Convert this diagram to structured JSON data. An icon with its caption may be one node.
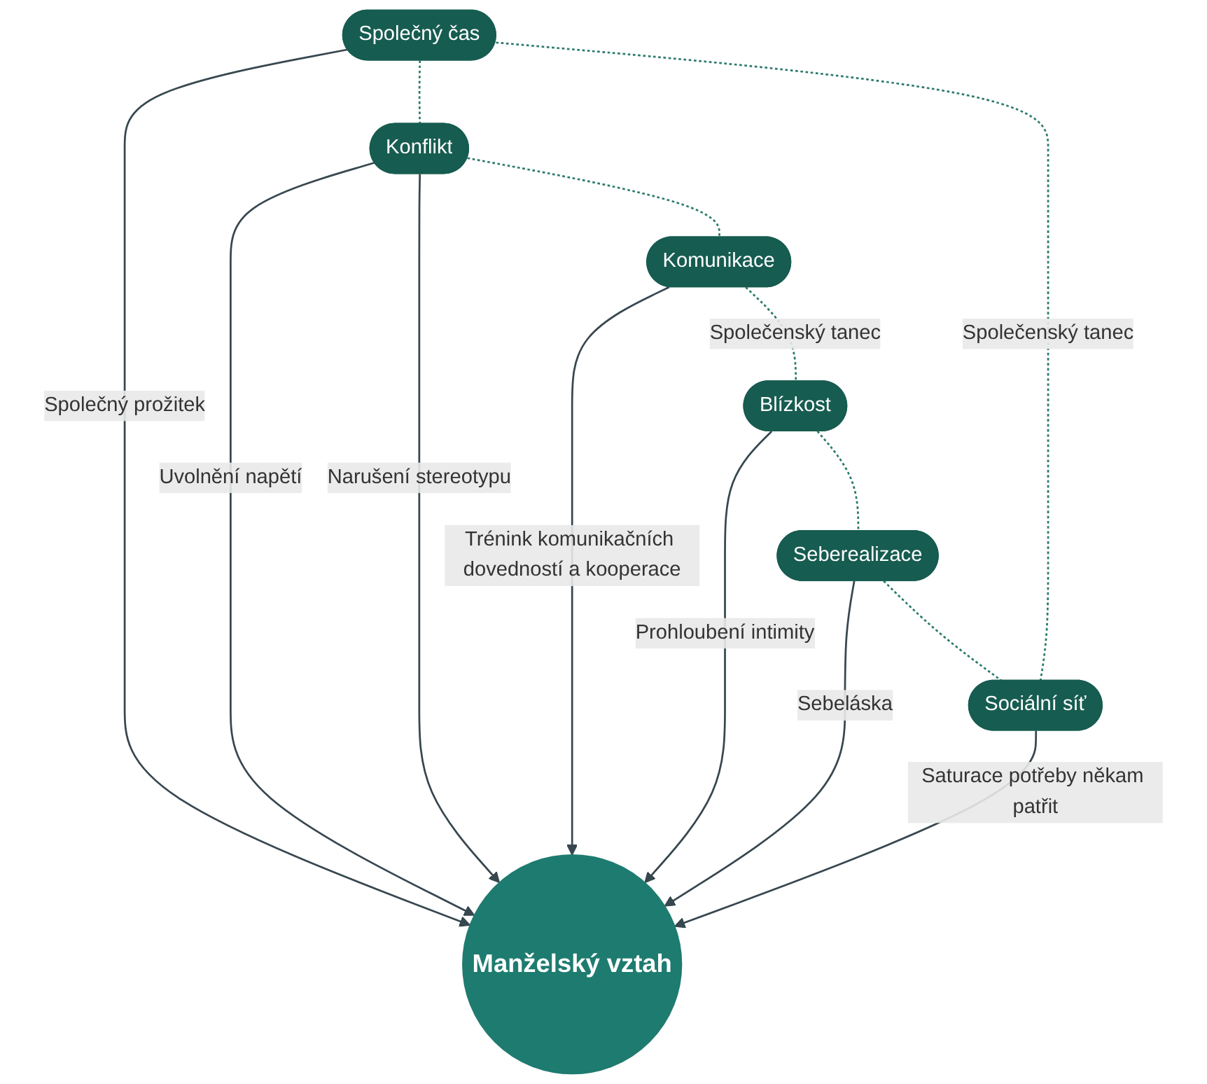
{
  "diagram": {
    "nodes": [
      {
        "text": [
          "Manželský vztah"
        ]
      },
      {
        "text": [
          "Společný čas"
        ]
      },
      {
        "text": [
          "Konflikt"
        ]
      },
      {
        "text": [
          "Komunikace"
        ]
      },
      {
        "text": [
          "Blízkost"
        ]
      },
      {
        "text": [
          "Seberealizace"
        ]
      },
      {
        "text": [
          "Sociální síť"
        ]
      }
    ],
    "edges": [
      {
        "from": 1,
        "to": 0,
        "arrow": "to",
        "label": "Společný prožitek"
      },
      {
        "from": 2,
        "to": 0,
        "arrow": "to",
        "label": "Uvolnění napětí"
      },
      {
        "from": 2,
        "to": 0,
        "arrow": "to",
        "label": "Narušení stereotypu"
      },
      {
        "from": 3,
        "to": 0,
        "arrow": "to",
        "label": "Trénink komunikačních dovedností a kooperace"
      },
      {
        "from": 4,
        "to": 0,
        "arrow": "to",
        "label": "Prohloubení intimity"
      },
      {
        "from": 5,
        "to": 0,
        "arrow": "to",
        "label": "Sebeláska"
      },
      {
        "from": 6,
        "to": 0,
        "arrow": "to",
        "label": "Saturace potřeby někam patřit"
      },
      {
        "from": 1,
        "to": 2,
        "arrow": "none",
        "style": "dashed",
        "color": "#2b7a6c"
      },
      {
        "from": 2,
        "to": 3,
        "arrow": "none",
        "style": "dashed",
        "color": "#2b7a6c"
      },
      {
        "from": 3,
        "to": 4,
        "arrow": "none",
        "style": "dashed",
        "color": "#2b7a6c",
        "label": "Společenský tanec"
      },
      {
        "from": 4,
        "to": 5,
        "arrow": "none",
        "style": "dashed",
        "color": "#2b7a6c"
      },
      {
        "from": 5,
        "to": 6,
        "arrow": "none",
        "style": "dashed",
        "color": "#2b7a6c"
      },
      {
        "from": 6,
        "to": 1,
        "arrow": "none",
        "style": "dashed",
        "color": "#2b7a6c",
        "label": "Společenský tanec"
      }
    ]
  }
}
